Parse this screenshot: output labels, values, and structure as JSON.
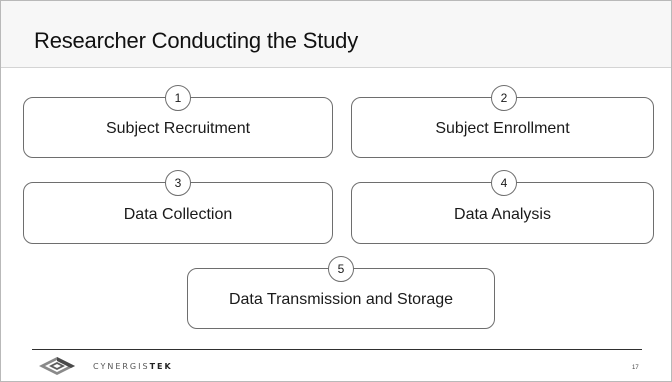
{
  "slide": {
    "title": "Researcher Conducting the Study",
    "page_number": "17"
  },
  "steps": [
    {
      "number": "1",
      "label": "Subject Recruitment"
    },
    {
      "number": "2",
      "label": "Subject Enrollment"
    },
    {
      "number": "3",
      "label": "Data Collection"
    },
    {
      "number": "4",
      "label": "Data Analysis"
    },
    {
      "number": "5",
      "label": "Data Transmission and Storage"
    }
  ],
  "logo": {
    "text_light": "CYNERGIS",
    "text_bold": "TEK",
    "icon": "cynergistek-diamond-logo"
  },
  "colors": {
    "title_bar_bg": "#f7f7f7",
    "box_border": "#6e6e6e",
    "text": "#1a1a1a"
  }
}
